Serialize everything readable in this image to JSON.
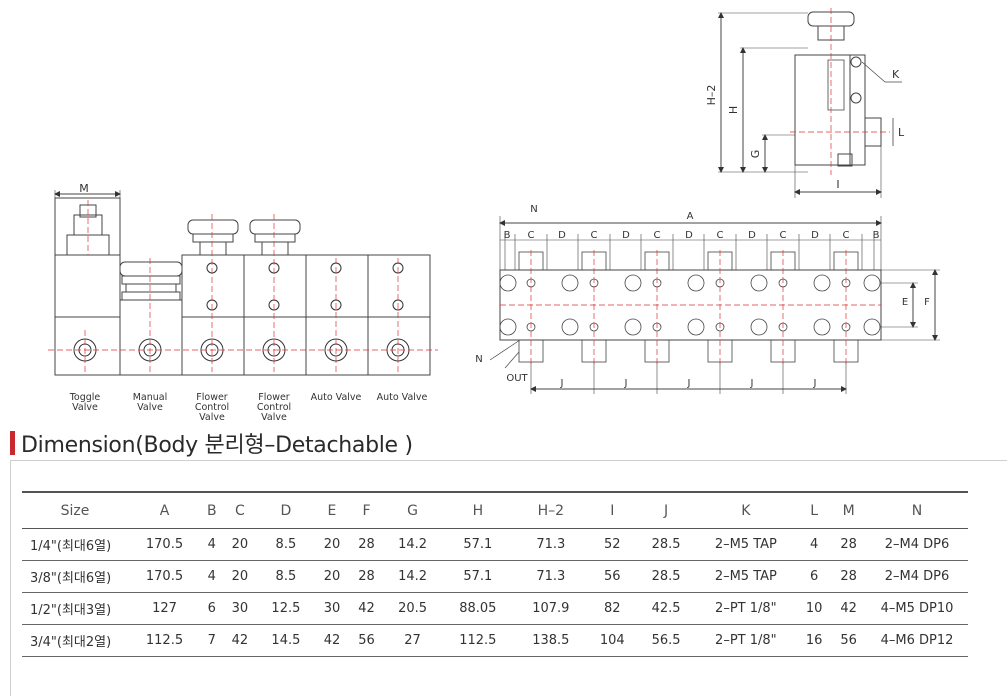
{
  "labels": {
    "M": "M",
    "N": "N",
    "A": "A",
    "B": "B",
    "C": "C",
    "D": "D",
    "E": "E",
    "F": "F",
    "G": "G",
    "H": "H",
    "H2": "H–2",
    "I": "I",
    "J": "J",
    "K": "K",
    "L": "L",
    "OUT": "OUT"
  },
  "valves": [
    "Toggle\nValve",
    "Manual\nValve",
    "Flower\nControl\nValve",
    "Flower\nControl\nValve",
    "Auto Valve",
    "Auto Valve"
  ],
  "section_title": "Dimension(Body 분리형–Detachable )",
  "table": {
    "headers": [
      "Size",
      "A",
      "B",
      "C",
      "D",
      "E",
      "F",
      "G",
      "H",
      "H–2",
      "I",
      "J",
      "K",
      "L",
      "M",
      "N"
    ],
    "rows": [
      [
        "1/4\"(최대6열)",
        "170.5",
        "4",
        "20",
        "8.5",
        "20",
        "28",
        "14.2",
        "57.1",
        "71.3",
        "52",
        "28.5",
        "2–M5 TAP",
        "4",
        "28",
        "2–M4 DP6"
      ],
      [
        "3/8\"(최대6열)",
        "170.5",
        "4",
        "20",
        "8.5",
        "20",
        "28",
        "14.2",
        "57.1",
        "71.3",
        "56",
        "28.5",
        "2–M5 TAP",
        "6",
        "28",
        "2–M4 DP6"
      ],
      [
        "1/2\"(최대3열)",
        "127",
        "6",
        "30",
        "12.5",
        "30",
        "42",
        "20.5",
        "88.05",
        "107.9",
        "82",
        "42.5",
        "2–PT 1/8\"",
        "10",
        "42",
        "4–M5 DP10"
      ],
      [
        "3/4\"(최대2열)",
        "112.5",
        "7",
        "42",
        "14.5",
        "42",
        "56",
        "27",
        "112.5",
        "138.5",
        "104",
        "56.5",
        "2–PT 1/8\"",
        "16",
        "56",
        "4–M6 DP12"
      ]
    ]
  }
}
